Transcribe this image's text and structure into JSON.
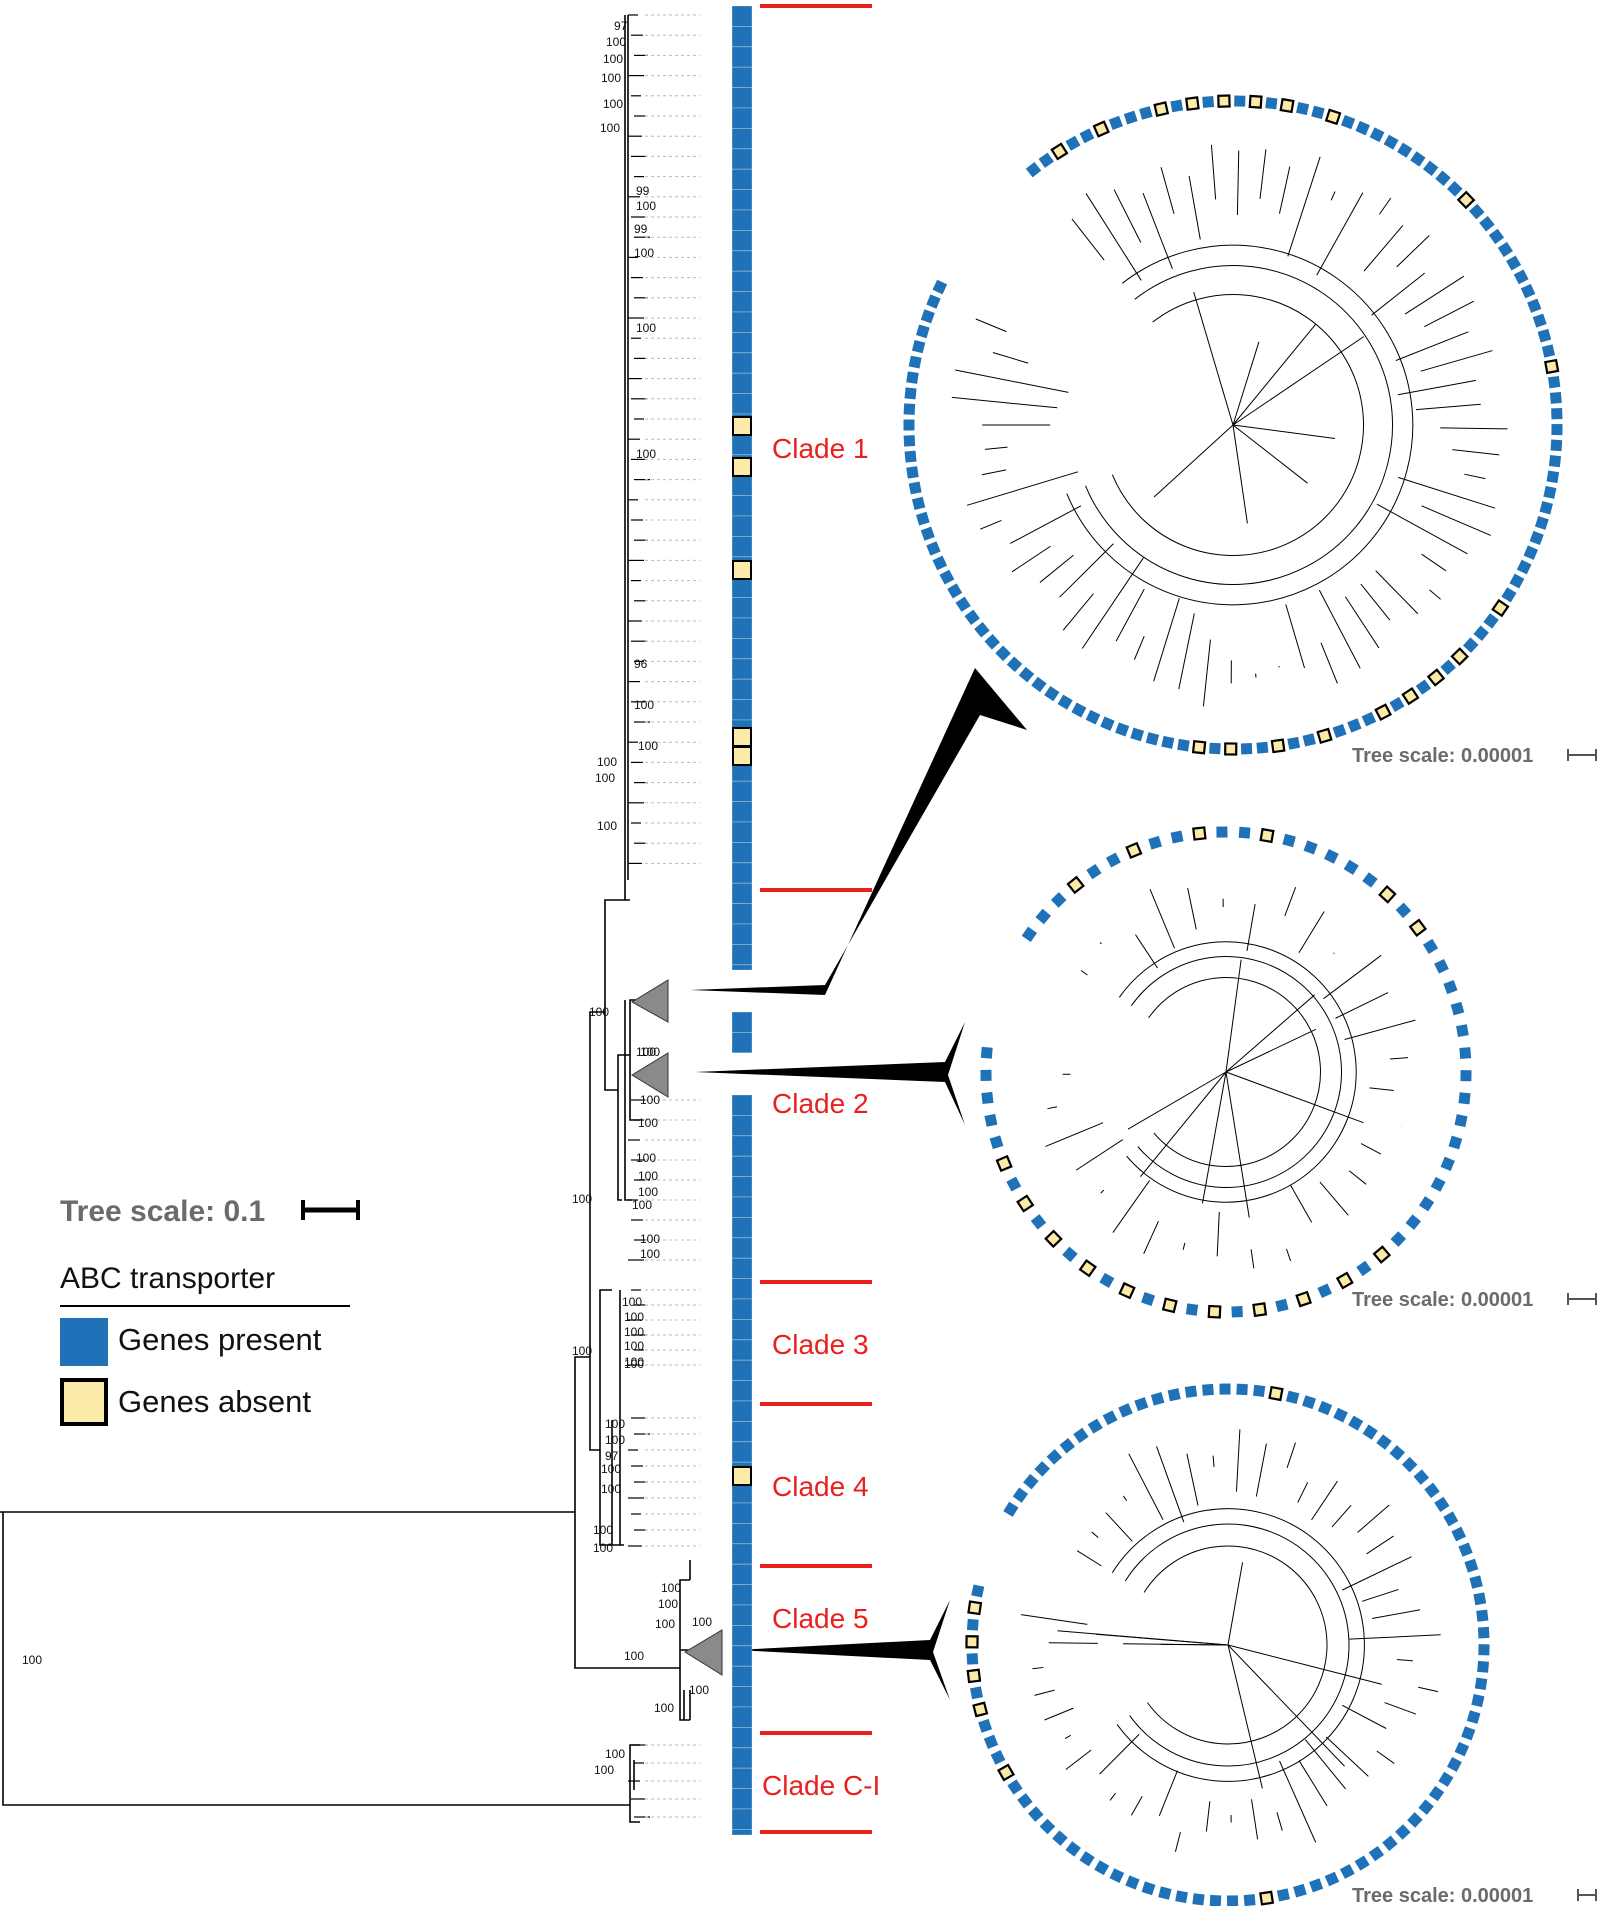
{
  "colors": {
    "present": "#1f72b8",
    "absent": "#fbeaa8",
    "clade_line": "#e8201e",
    "tree": "#000000",
    "triangle": "#8a8a8a",
    "scale_text": "#6b6b6b"
  },
  "legend": {
    "tree_scale": "Tree scale: 0.1",
    "title": "ABC transporter",
    "present": "Genes present",
    "absent": "Genes absent"
  },
  "clades": [
    "Clade 1",
    "Clade 2",
    "Clade 3",
    "Clade 4",
    "Clade 5",
    "Clade C-I"
  ],
  "tree_scales": [
    "Tree scale: 0.00001",
    "Tree scale: 0.00001",
    "Tree scale: 0.00001"
  ],
  "bootstrap_values": {
    "clade1": [
      "97",
      "100",
      "100",
      "100",
      "100",
      "100",
      "99",
      "100",
      "99",
      "100",
      "100",
      "100",
      "96",
      "100",
      "100",
      "100",
      "100",
      "100"
    ],
    "mid": [
      "100",
      "100",
      "100",
      "100",
      "100",
      "100",
      "100",
      "100",
      "100",
      "100",
      "100",
      "100",
      "100"
    ],
    "clade3": [
      "100",
      "100",
      "100",
      "100",
      "100",
      "100"
    ],
    "clade4": [
      "100",
      "100",
      "97",
      "100",
      "100",
      "100",
      "100"
    ],
    "clade5": [
      "100",
      "100",
      "100",
      "100",
      "100",
      "100",
      "100"
    ],
    "cladeCI": [
      "100",
      "100"
    ],
    "root": "100"
  }
}
